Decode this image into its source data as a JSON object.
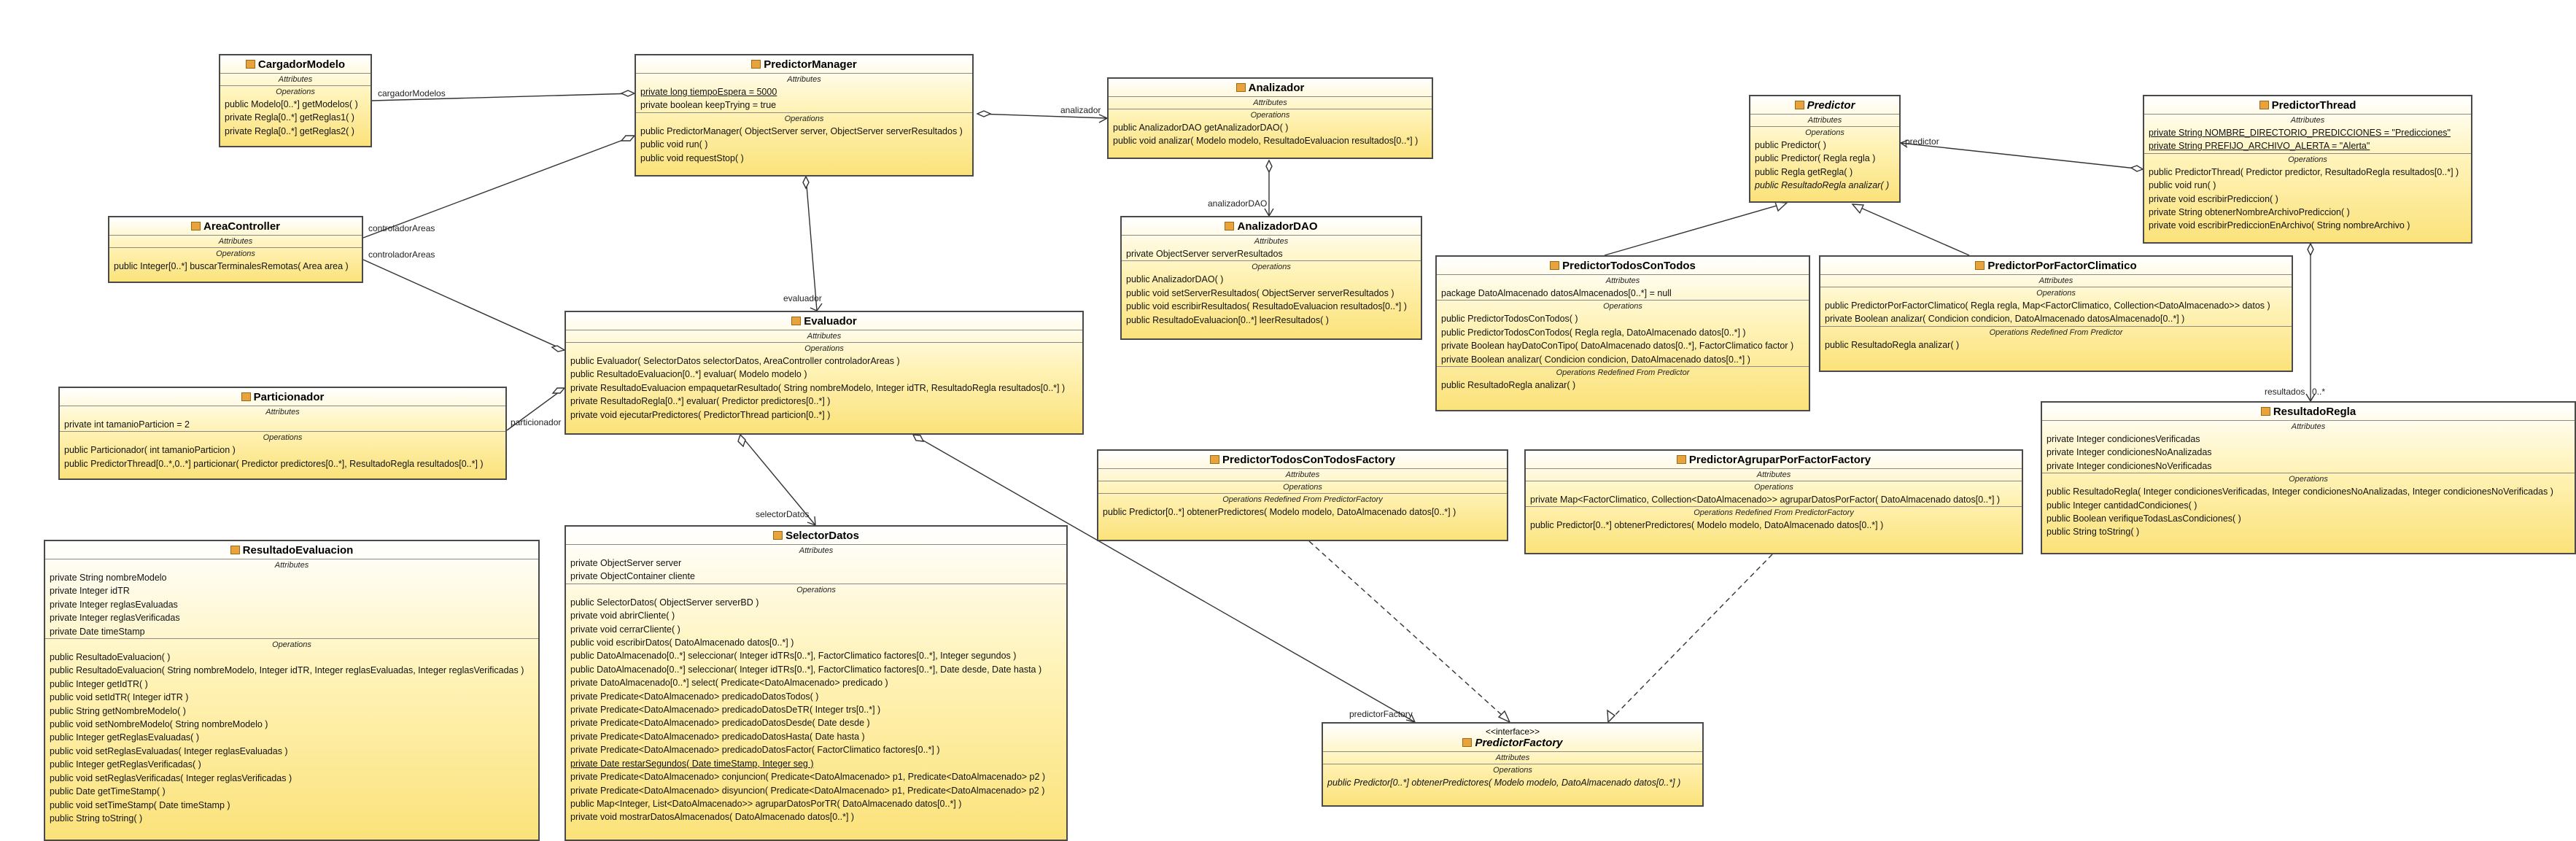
{
  "sections": {
    "attributes": "Attributes",
    "operations": "Operations",
    "redef_predictor": "Operations Redefined From Predictor",
    "redef_factory": "Operations Redefined From PredictorFactory"
  },
  "classes": {
    "cargador_modelo": {
      "name": "CargadorModelo",
      "operations": [
        "public Modelo[0..*]  getModelos(  )",
        "private Regla[0..*]  getReglas1(  )",
        "private Regla[0..*]  getReglas2(  )"
      ]
    },
    "predictor_manager": {
      "name": "PredictorManager",
      "attributes": [
        "private long tiempoEspera = 5000",
        "private boolean keepTrying = true"
      ],
      "operations": [
        "public PredictorManager( ObjectServer server, ObjectServer serverResultados )",
        "public void  run(  )",
        "public void  requestStop(  )"
      ]
    },
    "analizador": {
      "name": "Analizador",
      "operations": [
        "public AnalizadorDAO  getAnalizadorDAO(  )",
        "public void  analizar( Modelo modelo, ResultadoEvaluacion resultados[0..*] )"
      ]
    },
    "analizador_dao": {
      "name": "AnalizadorDAO",
      "attributes": [
        "private ObjectServer serverResultados"
      ],
      "operations": [
        "public AnalizadorDAO(  )",
        "public void  setServerResultados( ObjectServer serverResultados )",
        "public void  escribirResultados( ResultadoEvaluacion resultados[0..*] )",
        "public ResultadoEvaluacion[0..*]  leerResultados(  )"
      ]
    },
    "area_controller": {
      "name": "AreaController",
      "operations": [
        "public Integer[0..*]  buscarTerminalesRemotas( Area area )"
      ]
    },
    "evaluador": {
      "name": "Evaluador",
      "operations": [
        "public Evaluador( SelectorDatos selectorDatos, AreaController controladorAreas )",
        "public ResultadoEvaluacion[0..*]  evaluar( Modelo modelo )",
        "private ResultadoEvaluacion  empaquetarResultado( String nombreModelo, Integer idTR, ResultadoRegla resultados[0..*] )",
        "private ResultadoRegla[0..*]  evaluar( Predictor predictores[0..*] )",
        "private void  ejecutarPredictores( PredictorThread particion[0..*] )"
      ]
    },
    "particionador": {
      "name": "Particionador",
      "attributes": [
        "private int tamanioParticion = 2"
      ],
      "operations": [
        "public Particionador( int tamanioParticion )",
        "public PredictorThread[0..*,0..*]  particionar( Predictor predictores[0..*], ResultadoRegla resultados[0..*] )"
      ]
    },
    "resultado_evaluacion": {
      "name": "ResultadoEvaluacion",
      "attributes": [
        "private String nombreModelo",
        "private Integer idTR",
        "private Integer reglasEvaluadas",
        "private Integer reglasVerificadas",
        "private Date timeStamp"
      ],
      "operations": [
        "public ResultadoEvaluacion(  )",
        "public ResultadoEvaluacion( String nombreModelo, Integer idTR, Integer reglasEvaluadas, Integer reglasVerificadas )",
        "public Integer  getIdTR(  )",
        "public void  setIdTR( Integer idTR )",
        "public String  getNombreModelo(  )",
        "public void  setNombreModelo( String nombreModelo )",
        "public Integer  getReglasEvaluadas(  )",
        "public void  setReglasEvaluadas( Integer reglasEvaluadas )",
        "public Integer  getReglasVerificadas(  )",
        "public void  setReglasVerificadas( Integer reglasVerificadas )",
        "public Date  getTimeStamp(  )",
        "public void  setTimeStamp( Date timeStamp )",
        "public String  toString(  )"
      ]
    },
    "selector_datos": {
      "name": "SelectorDatos",
      "attributes": [
        "private ObjectServer server",
        "private ObjectContainer cliente"
      ],
      "operations": [
        "public SelectorDatos( ObjectServer serverBD )",
        "private void  abrirCliente(  )",
        "private void  cerrarCliente(  )",
        "public void  escribirDatos( DatoAlmacenado datos[0..*] )",
        "public DatoAlmacenado[0..*]  seleccionar( Integer idTRs[0..*], FactorClimatico factores[0..*], Integer segundos )",
        "public DatoAlmacenado[0..*]  seleccionar( Integer idTRs[0..*], FactorClimatico factores[0..*], Date desde, Date hasta )",
        "private DatoAlmacenado[0..*]  select( Predicate<DatoAlmacenado> predicado )",
        "private Predicate<DatoAlmacenado>  predicadoDatosTodos(  )",
        "private Predicate<DatoAlmacenado>  predicadoDatosDeTR( Integer trs[0..*] )",
        "private Predicate<DatoAlmacenado>  predicadoDatosDesde( Date desde )",
        "private Predicate<DatoAlmacenado>  predicadoDatosHasta( Date hasta )",
        "private Predicate<DatoAlmacenado>  predicadoDatosFactor( FactorClimatico factores[0..*] )",
        "private Date  restarSegundos( Date timeStamp, Integer seg )",
        "private Predicate<DatoAlmacenado>  conjuncion( Predicate<DatoAlmacenado> p1, Predicate<DatoAlmacenado> p2 )",
        "private Predicate<DatoAlmacenado>  disyuncion( Predicate<DatoAlmacenado> p1, Predicate<DatoAlmacenado> p2 )",
        "public Map<Integer, List<DatoAlmacenado>>  agruparDatosPorTR( DatoAlmacenado datos[0..*] )",
        "private void  mostrarDatosAlmacenados( DatoAlmacenado datos[0..*] )"
      ]
    },
    "predictor": {
      "name": "Predictor",
      "operations": [
        "public Predictor(  )",
        "public Predictor( Regla regla )",
        "public Regla  getRegla(  )",
        "public ResultadoRegla  analizar(  )"
      ]
    },
    "predictor_thread": {
      "name": "PredictorThread",
      "attributes": [
        "private String NOMBRE_DIRECTORIO_PREDICCIONES = \"Predicciones\"",
        "private String PREFIJO_ARCHIVO_ALERTA = \"Alerta\""
      ],
      "operations": [
        "public PredictorThread( Predictor predictor, ResultadoRegla resultados[0..*] )",
        "public void  run(  )",
        "private void  escribirPrediccion(  )",
        "private String  obtenerNombreArchivoPrediccion(  )",
        "private void  escribirPrediccionEnArchivo( String nombreArchivo )"
      ]
    },
    "predictor_todos_con_todos": {
      "name": "PredictorTodosConTodos",
      "attributes": [
        "package DatoAlmacenado datosAlmacenados[0..*] = null"
      ],
      "operations": [
        "public PredictorTodosConTodos(  )",
        "public PredictorTodosConTodos( Regla regla, DatoAlmacenado datos[0..*] )",
        "private Boolean  hayDatoConTipo( DatoAlmacenado datos[0..*], FactorClimatico factor )",
        "private Boolean  analizar( Condicion condicion, DatoAlmacenado datos[0..*] )"
      ],
      "redefined": [
        "public ResultadoRegla  analizar(  )"
      ]
    },
    "predictor_por_factor_climatico": {
      "name": "PredictorPorFactorClimatico",
      "operations": [
        "public PredictorPorFactorClimatico( Regla regla, Map<FactorClimatico, Collection<DatoAlmacenado>> datos )",
        "private Boolean  analizar( Condicion condicion, DatoAlmacenado datosAlmacenado[0..*] )"
      ],
      "redefined": [
        "public ResultadoRegla  analizar(  )"
      ]
    },
    "resultado_regla": {
      "name": "ResultadoRegla",
      "attributes": [
        "private Integer condicionesVerificadas",
        "private Integer condicionesNoAnalizadas",
        "private Integer condicionesNoVerificadas"
      ],
      "operations": [
        "public ResultadoRegla( Integer condicionesVerificadas, Integer condicionesNoAnalizadas, Integer condicionesNoVerificadas )",
        "public Integer  cantidadCondiciones(  )",
        "public Boolean  verifiqueTodasLasCondiciones(  )",
        "public String  toString(  )"
      ]
    },
    "predictor_todos_con_todos_factory": {
      "name": "PredictorTodosConTodosFactory",
      "redefined": [
        "public Predictor[0..*]  obtenerPredictores( Modelo modelo, DatoAlmacenado datos[0..*] )"
      ]
    },
    "predictor_agrupar_por_factor_factory": {
      "name": "PredictorAgruparPorFactorFactory",
      "operations": [
        "private Map<FactorClimatico, Collection<DatoAlmacenado>>  agruparDatosPorFactor( DatoAlmacenado datos[0..*] )"
      ],
      "redefined": [
        "public Predictor[0..*]  obtenerPredictores( Modelo modelo, DatoAlmacenado datos[0..*] )"
      ]
    },
    "predictor_factory": {
      "name": "PredictorFactory",
      "stereotype": "<<interface>>",
      "operations": [
        "public Predictor[0..*]  obtenerPredictores( Modelo modelo, DatoAlmacenado datos[0..*] )"
      ]
    }
  },
  "edge_labels": {
    "cargador_modelos": "cargadorModelos",
    "analizador": "analizador",
    "analizador_dao": "analizadorDAO",
    "controlador_areas_1": "controladorAreas",
    "controlador_areas_2": "controladorAreas",
    "evaluador": "evaluador",
    "particionador": "particionador",
    "selector_datos": "selectorDatos",
    "predictor": "predictor",
    "resultados": "resultados",
    "resultados_mult": "0..*",
    "predictor_factory": "predictorFactory"
  }
}
